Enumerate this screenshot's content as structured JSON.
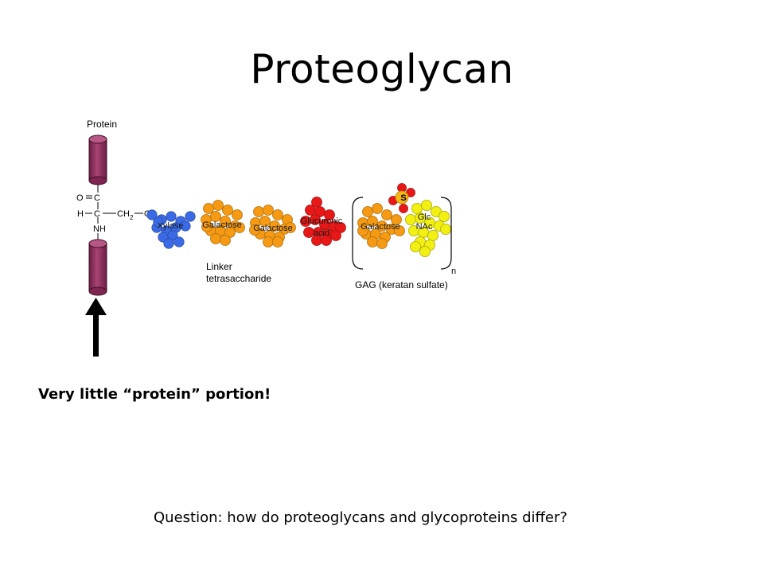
{
  "slide": {
    "title": "Proteoglycan",
    "note": "Very little “protein” portion!",
    "question": "Question:  how do proteoglycans and glycoproteins differ?"
  },
  "diagram": {
    "protein_label": "Protein",
    "atoms": {
      "o_top": "O",
      "c_top": "C",
      "h": "H",
      "c_mid": "C",
      "ch": "CH",
      "sub2": "2",
      "o_link": "O",
      "nh": "NH"
    },
    "sugars": {
      "xylose": "Xylose",
      "galactose1": "Galactose",
      "galactose2": "Galactose",
      "glucuronic_line1": "Glucuronic",
      "glucuronic_line2": "acid",
      "galactose3": "Galactose",
      "glcnac_line1": "Glc",
      "glcnac_line2": "NAc",
      "sulfate": "S"
    },
    "linker_line1": "Linker",
    "linker_line2": "tetrasaccharide",
    "repeat_n": "n",
    "gag_label": "GAG (keratan sulfate)",
    "colors": {
      "protein": "#8e2f5e",
      "xylose": "#3a6ae6",
      "galactose": "#f59a12",
      "glucuronic": "#e81818",
      "glcnac": "#f2ef12",
      "sulfate_s": "#f5b512",
      "sulfate_o": "#e81818"
    }
  }
}
